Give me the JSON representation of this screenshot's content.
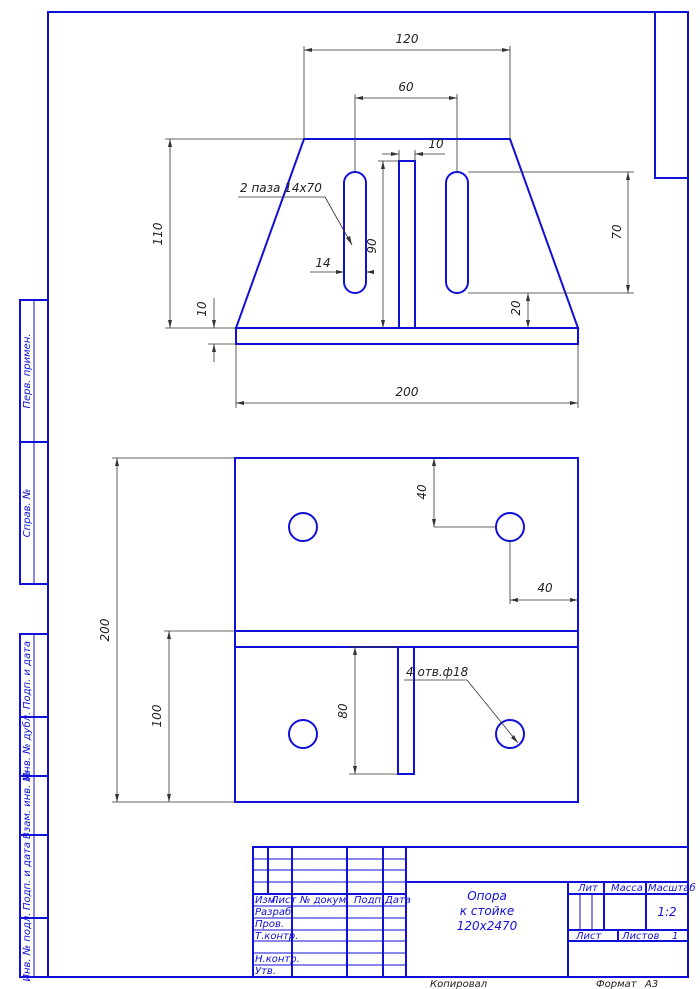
{
  "dimensions": {
    "top_width": "120",
    "slots_spacing": "60",
    "rib_thickness": "10",
    "slots_note": "2 паза 14х70",
    "slot_width": "14",
    "rib_height": "90",
    "slot_length": "70",
    "total_height": "110",
    "plate_thickness": "10",
    "slot_offset": "20",
    "bottom_width": "200",
    "hole_offset_y": "40",
    "hole_offset_x": "40",
    "plan_height": "200",
    "plan_half": "100",
    "rib_length": "80",
    "holes_note": "4 отв.ф18"
  },
  "sidebar": {
    "perv_primen": "Перв. примен.",
    "sprav_no": "Справ. №",
    "podp_data_1": "Подп. и дата",
    "inv_dubl": "Инв. № дубл.",
    "vzam_inv": "Взам. инв. №",
    "podp_data_2": "Подп. и дата",
    "inv_podl": "Инв. № подл."
  },
  "title_block": {
    "col_izm": "Изм.",
    "col_list": "Лист",
    "col_docum": "№ докум.",
    "col_podp": "Подп.",
    "col_data": "Дата",
    "razrab": "Разраб.",
    "prov": "Пров.",
    "tkontr": "Т.контр.",
    "nkontr": "Н.контр.",
    "utv": "Утв.",
    "title_line1": "Опора",
    "title_line2": "к стойке",
    "title_line3": "120х2470",
    "lit": "Лит",
    "massa": "Масса",
    "masshtab": "Масштаб",
    "scale_value": "1:2",
    "list": "Лист",
    "listov": "Листов",
    "listov_value": "1",
    "kopiroval": "Копировал",
    "format": "Формат",
    "format_value": "А3"
  }
}
